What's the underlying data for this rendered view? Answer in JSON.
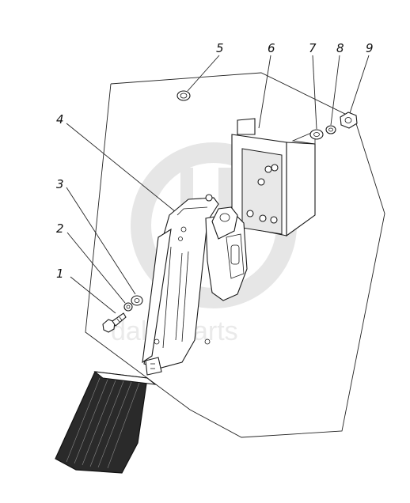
{
  "callouts": [
    "1",
    "2",
    "3",
    "4",
    "5",
    "6",
    "7",
    "8",
    "9"
  ],
  "watermark": {
    "text": "dalta-parts",
    "color": "#d9d9d9"
  },
  "colors": {
    "line": "#1a1a1a",
    "pad": "#2a2a2a",
    "plate": "#e8e8e8"
  }
}
